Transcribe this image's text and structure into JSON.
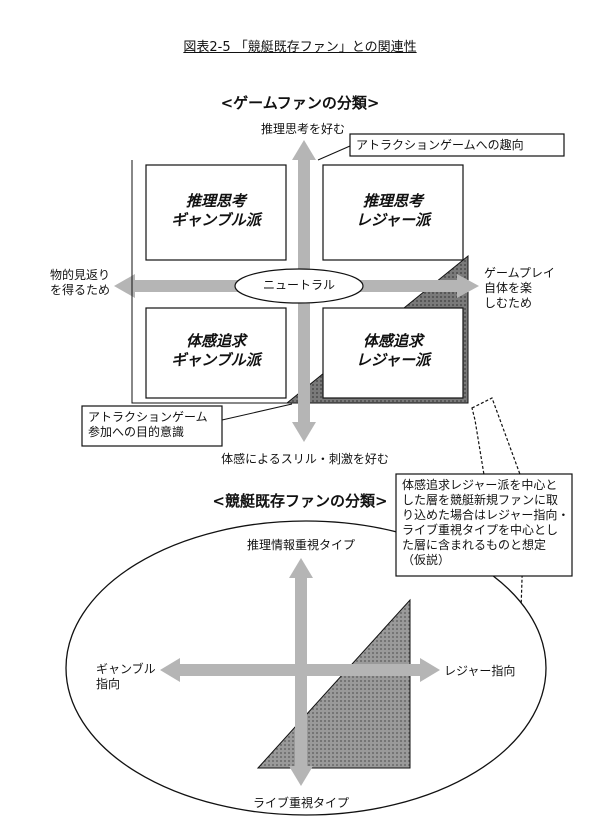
{
  "figure_title": "図表2-5 「競艇既存ファン」との関連性",
  "game_fan": {
    "title": "<ゲームファンの分類>",
    "axis_top": "推理思考を好む",
    "axis_bottom": "体感によるスリル・刺激を好む",
    "axis_left": "物的見返り\nを得るため",
    "axis_right": "ゲームプレイ\n自体を楽\nしむため",
    "center": "ニュートラル",
    "quadrants": {
      "top_left": "推理思考\nギャンブル派",
      "top_right": "推理思考\nレジャー派",
      "bottom_left": "体感追求\nギャンブル派",
      "bottom_right": "体感追求\nレジャー派"
    },
    "callout_top": "アトラクションゲームへの趣向",
    "callout_bottom": "アトラクションゲーム\n参加への目的意識"
  },
  "boat_fan": {
    "title": "<競艇既存ファンの分類>",
    "axis_top": "推理情報重視タイプ",
    "axis_bottom": "ライブ重視タイプ",
    "axis_left": "ギャンブル\n指向",
    "axis_right": "レジャー指向"
  },
  "hypothesis_note": "体感追求レジャー派を中心と\nした層を競艇新規ファンに取\nり込めた場合はレジャー指向・\nライブ重視タイプを中心とし\nた層に含まれるものと想定\n（仮説）",
  "colors": {
    "arrow": "#b5b5b5",
    "shade": "#6f6f6f",
    "line": "#111111"
  }
}
